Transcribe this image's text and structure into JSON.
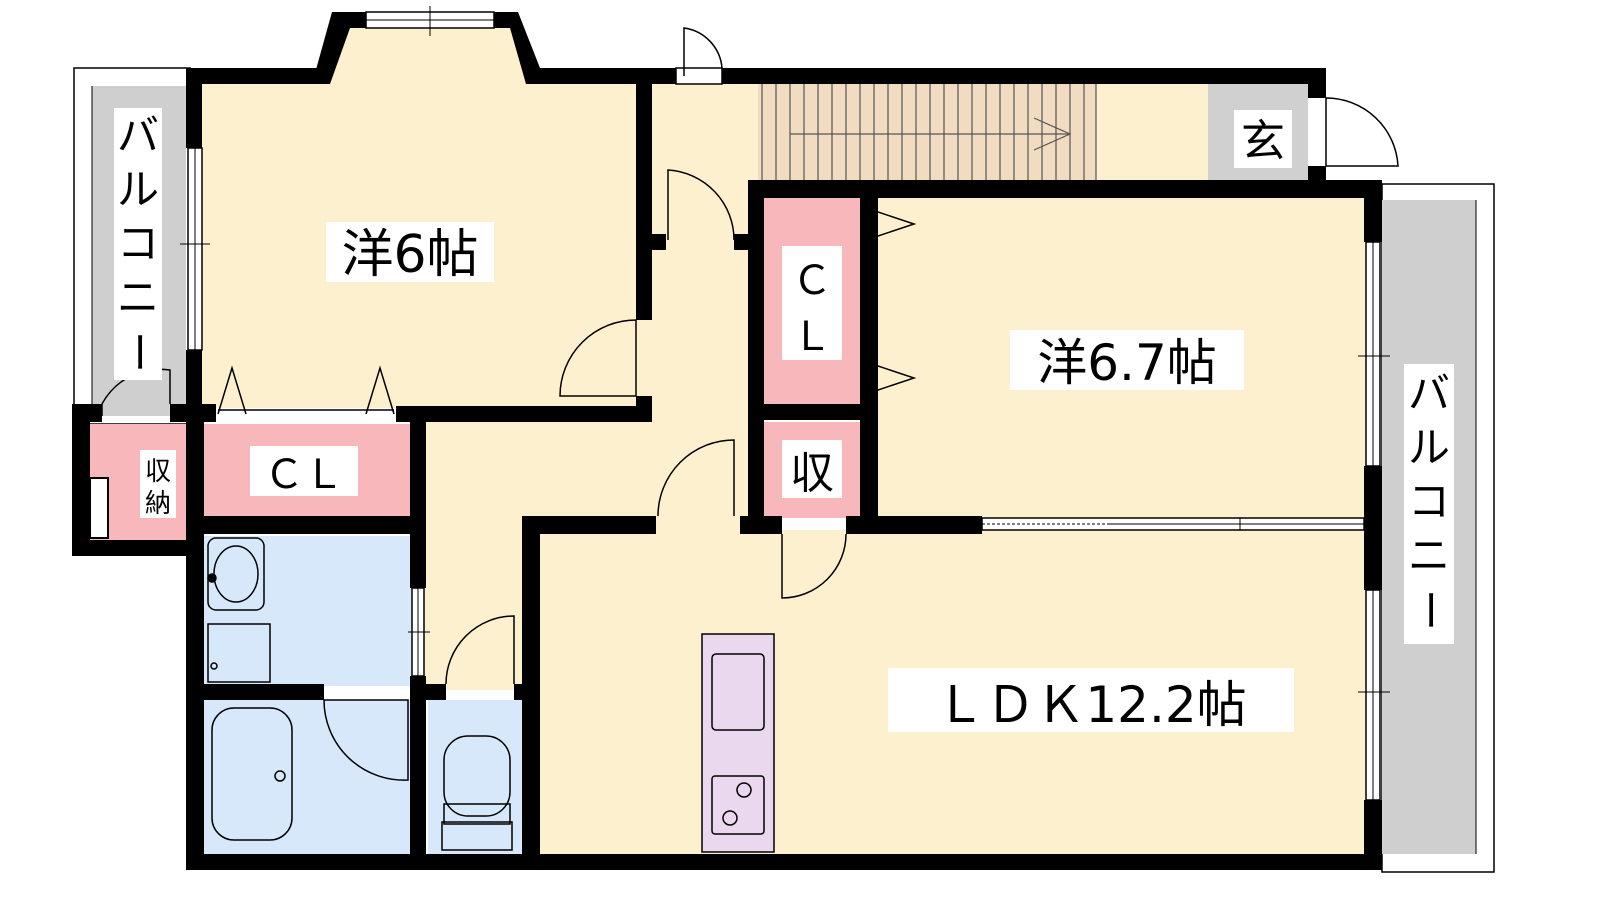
{
  "rooms": {
    "western_6": "洋6帖",
    "western_6_7": "洋6.7帖",
    "ldk": "ＬＤＫ12.2帖",
    "closet_left": "ＣＬ",
    "closet_right_c": "Ｃ",
    "closet_right_l": "Ｌ",
    "storage_small": "収",
    "storage_left_1": "収",
    "storage_left_2": "納",
    "entrance": "玄"
  },
  "balconies": {
    "left": [
      "バ",
      "ル",
      "コ",
      "ニ",
      "ー"
    ],
    "right": [
      "バ",
      "ル",
      "コ",
      "ニ",
      "ー"
    ]
  },
  "colors": {
    "room_floor": "#fdf0cf",
    "closet": "#f8b8bb",
    "wet_area": "#d6e8fa",
    "kitchen": "#ead8ee",
    "balcony": "#cfcfcf",
    "entrance": "#d0d0d0",
    "stairs": "#f1dcc2",
    "wall": "#000000"
  }
}
